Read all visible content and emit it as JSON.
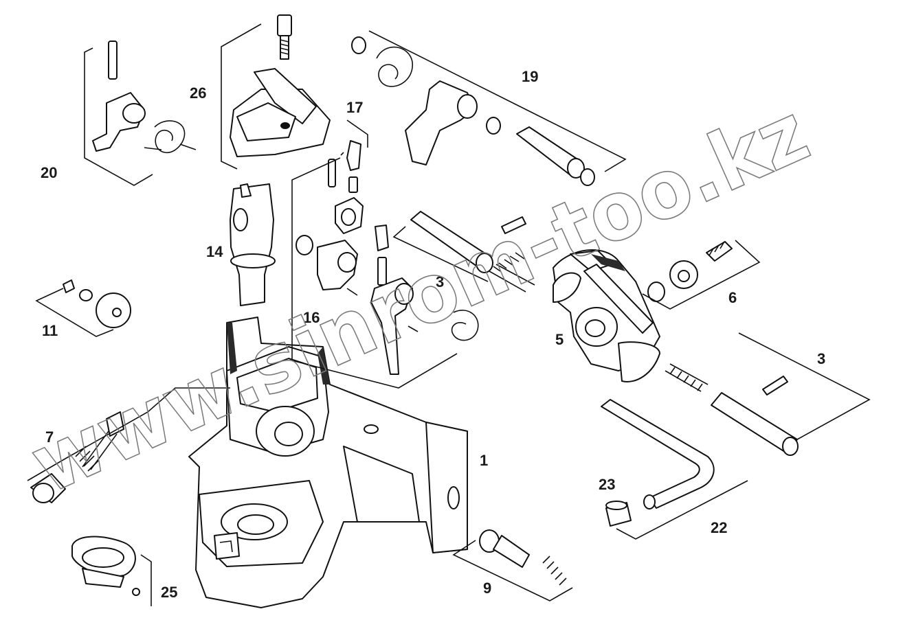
{
  "diagram": {
    "labels": [
      "1",
      "3",
      "3",
      "5",
      "6",
      "7",
      "9",
      "11",
      "14",
      "16",
      "17",
      "19",
      "20",
      "22",
      "23",
      "25",
      "26"
    ],
    "watermark": "www.sinrom-too.kz",
    "colors": {
      "ink": "#111111",
      "paper": "#ffffff",
      "watermark": "#7a7a7a"
    }
  }
}
